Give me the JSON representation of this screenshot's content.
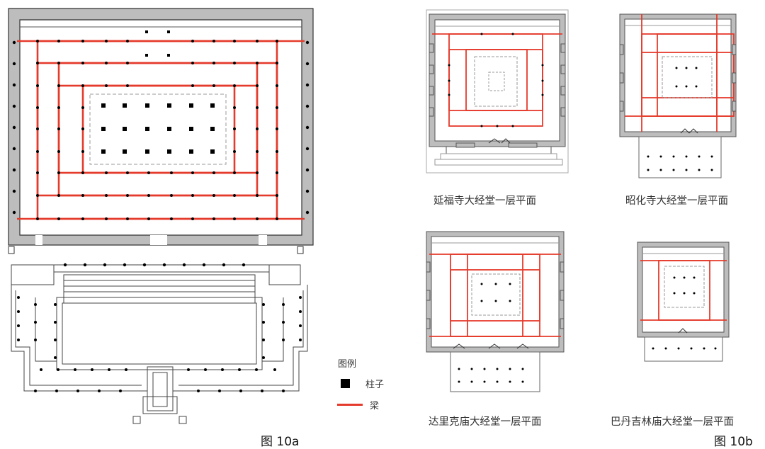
{
  "legend": {
    "title": "图例",
    "column_label": "柱子",
    "beam_label": "梁",
    "beam_color": "#e53b2c",
    "column_color": "#000000"
  },
  "figures": {
    "fig_a_label": "图 10a",
    "fig_b_label": "图 10b"
  },
  "plans": [
    {
      "name": "延福寺大经堂一层平面"
    },
    {
      "name": "昭化寺大经堂一层平面"
    },
    {
      "name": "达里克庙大经堂一层平面"
    },
    {
      "name": "巴丹吉林庙大经堂一层平面"
    }
  ]
}
